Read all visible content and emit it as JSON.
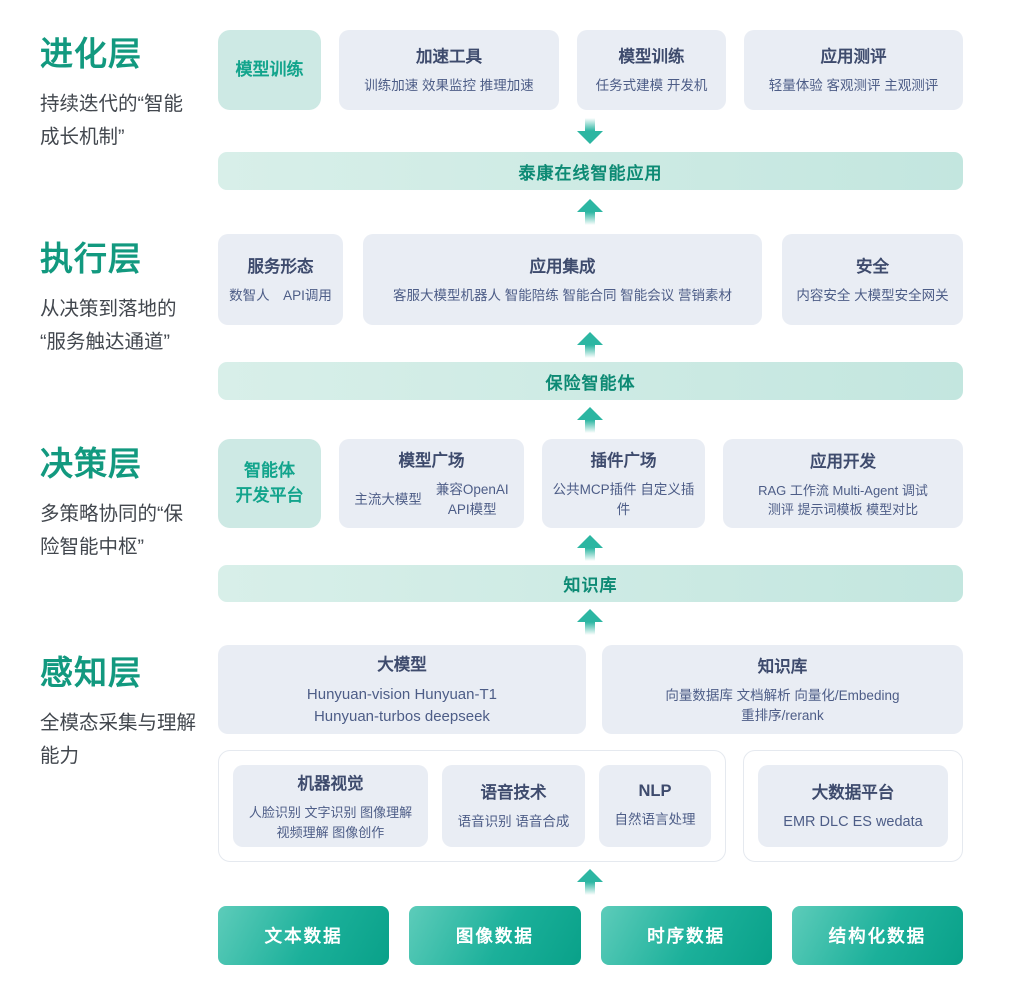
{
  "layers": {
    "evolution": {
      "title": "进化层",
      "desc": "持续迭代的“智能\n成长机制”",
      "highlight": "模型训练",
      "boxes": [
        {
          "title": "加速工具",
          "sub": "训练加速 效果监控 推理加速"
        },
        {
          "title": "模型训练",
          "sub": "任务式建模 开发机"
        },
        {
          "title": "应用测评",
          "sub": "轻量体验 客观测评 主观测评"
        }
      ],
      "banner": "泰康在线智能应用"
    },
    "execution": {
      "title": "执行层",
      "desc": "从决策到落地的\n“服务触达通道”",
      "boxes": [
        {
          "title": "服务形态",
          "sub": "数智人　API调用"
        },
        {
          "title": "应用集成",
          "sub": "客服大模型机器人 智能陪练 智能合同 智能会议 营销素材"
        },
        {
          "title": "安全",
          "sub": "内容安全 大模型安全网关"
        }
      ],
      "banner": "保险智能体"
    },
    "decision": {
      "title": "决策层",
      "desc": "多策略协同的“保\n险智能中枢”",
      "highlight": "智能体\n开发平台",
      "boxes": [
        {
          "title": "模型广场",
          "sub_left": "主流大模型",
          "sub_right": "兼容OpenAI\nAPI模型"
        },
        {
          "title": "插件广场",
          "sub": "公共MCP插件 自定义插件"
        },
        {
          "title": "应用开发",
          "sub": "RAG 工作流 Multi-Agent 调试\n测评 提示词模板 模型对比"
        }
      ],
      "banner": "知识库"
    },
    "perception": {
      "title": "感知层",
      "desc": "全模态采集与理解\n能力",
      "model_boxes": [
        {
          "title": "大模型",
          "sub": "Hunyuan-vision Hunyuan-T1\nHunyuan-turbos deepseek"
        },
        {
          "title": "知识库",
          "sub": "向量数据库 文档解析 向量化/Embeding\n重排序/rerank"
        }
      ],
      "capability_group": [
        {
          "title": "机器视觉",
          "sub": "人脸识别 文字识别 图像理解\n视频理解 图像创作"
        },
        {
          "title": "语音技术",
          "sub": "语音识别 语音合成"
        },
        {
          "title": "NLP",
          "sub": "自然语言处理"
        }
      ],
      "bigdata_group": [
        {
          "title": "大数据平台",
          "sub": "EMR DLC ES wedata"
        }
      ]
    }
  },
  "data_sources": [
    "文本数据",
    "图像数据",
    "时序数据",
    "结构化数据"
  ],
  "colors": {
    "accent_green": "#12997f",
    "teal_box_bg": "#cde9e4",
    "teal_box_text": "#12a48c",
    "banner_bg": "#cfe9e4",
    "banner_text": "#0d8a74",
    "gray_box_bg": "#e9edf4",
    "box_title_text": "#3e4b6d",
    "box_sub_text": "#4d5d87",
    "arrow_teal": "#2cb6a2",
    "button_gradient_start": "#5dccba",
    "button_gradient_end": "#09a189"
  }
}
